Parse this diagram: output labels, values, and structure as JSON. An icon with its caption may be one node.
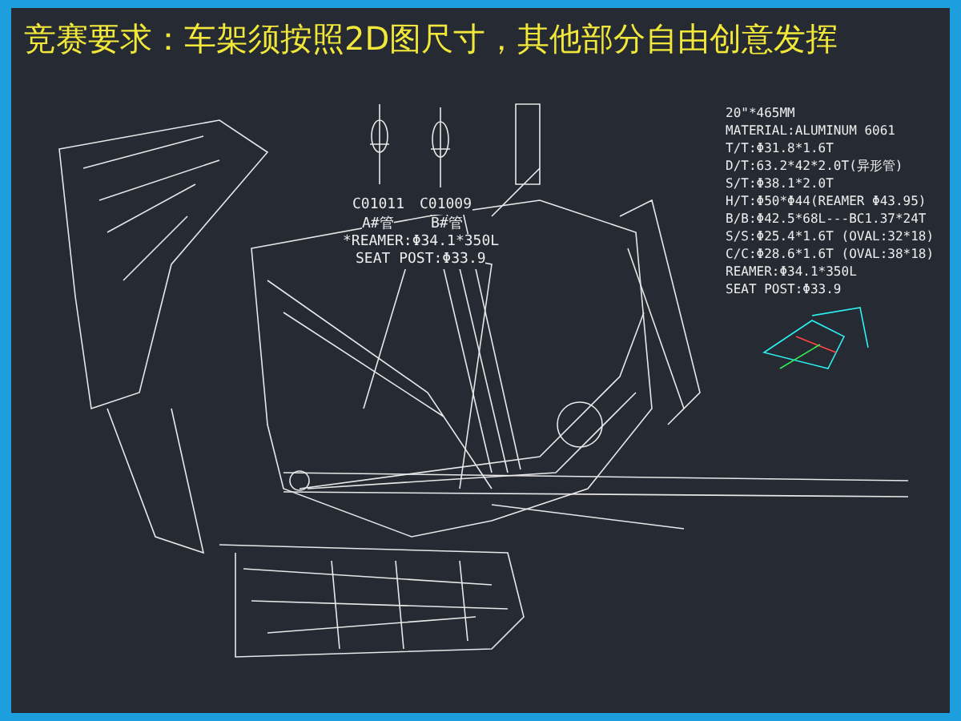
{
  "diagram": {
    "title": "竞赛要求：车架须按照2D图尺寸，其他部分自由创意发挥",
    "labels": [
      "C01011",
      "A#管",
      "C01009",
      "B#管",
      "*REAMER:Φ34.1*350L",
      "SEAT POST:Φ33.9",
      "20\"*465MM",
      "MATERIAL:ALUMINUM 6061",
      "T/T:Φ31.8*1.6T",
      "D/T:63.2*42*2.0T(异形管)",
      "S/T:Φ38.1*2.0T",
      "H/T:Φ50*Φ44(REAMER Φ43.95)",
      "B/B:Φ42.5*68L---BC1.37*24T",
      "S/S:Φ25.4*1.6T (OVAL:32*18)",
      "C/C:Φ28.6*1.6T (OVAL:38*18)",
      "REAMER:Φ34.1*350L",
      "SEAT POST:Φ33.9"
    ]
  }
}
